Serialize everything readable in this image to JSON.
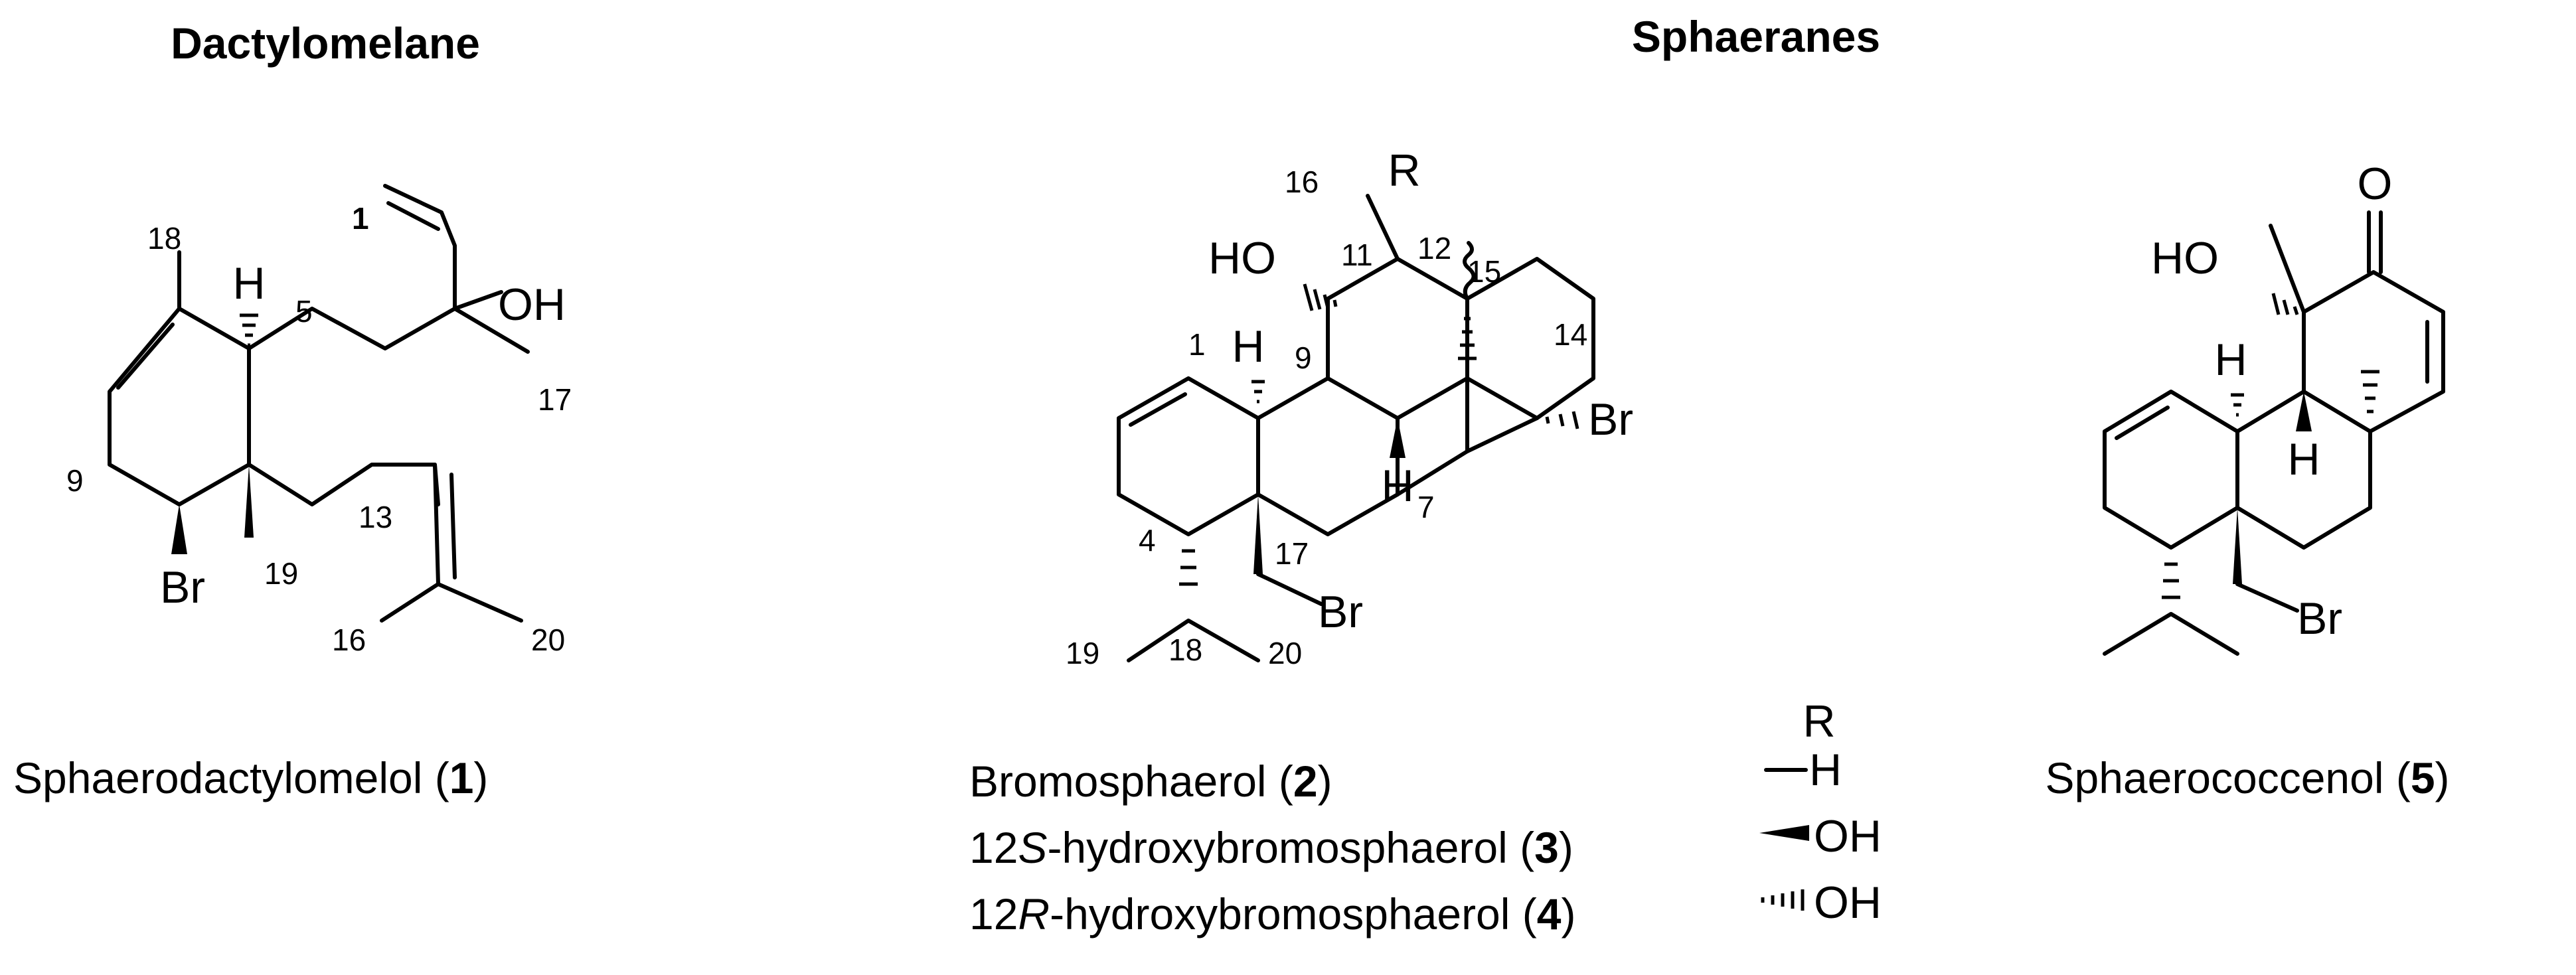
{
  "headers": {
    "dactylomelane": "Dactylomelane",
    "sphaeranes": "Sphaeranes"
  },
  "compound1": {
    "name": "Sphaerodactylomelol",
    "number": "1",
    "atoms": {
      "OH": "OH",
      "H": "H",
      "Br": "Br"
    },
    "locants": {
      "n1": "1",
      "n5": "5",
      "n9": "9",
      "n13": "13",
      "n16": "16",
      "n17": "17",
      "n18": "18",
      "n19": "19",
      "n20": "20"
    }
  },
  "compound2": {
    "atoms": {
      "R": "R",
      "HO": "HO",
      "H_top": "H",
      "H_bottom": "H",
      "Br_ring": "Br",
      "Br_ch2": "Br"
    },
    "locants": {
      "n1": "1",
      "n4": "4",
      "n7": "7",
      "n9": "9",
      "n11": "11",
      "n12": "12",
      "n14": "14",
      "n15": "15",
      "n16": "16",
      "n17": "17",
      "n18": "18",
      "n19": "19",
      "n20": "20"
    }
  },
  "compound5": {
    "name": "Sphaerococcenol",
    "number": "5",
    "atoms": {
      "O": "O",
      "HO": "HO",
      "H_top": "H",
      "H_bottom": "H",
      "Br": "Br"
    }
  },
  "legend": {
    "r_header": "R",
    "entries": [
      {
        "name": "Bromosphaerol",
        "prefix": "",
        "italic": "",
        "suffix": "",
        "number": "2",
        "group": "H"
      },
      {
        "name": "",
        "prefix": "12",
        "italic": "S",
        "suffix": "-hydroxybromosphaerol",
        "number": "3",
        "group": "OH"
      },
      {
        "name": "",
        "prefix": "12",
        "italic": "R",
        "suffix": "-hydroxybromosphaerol",
        "number": "4",
        "group": "OH"
      }
    ]
  }
}
